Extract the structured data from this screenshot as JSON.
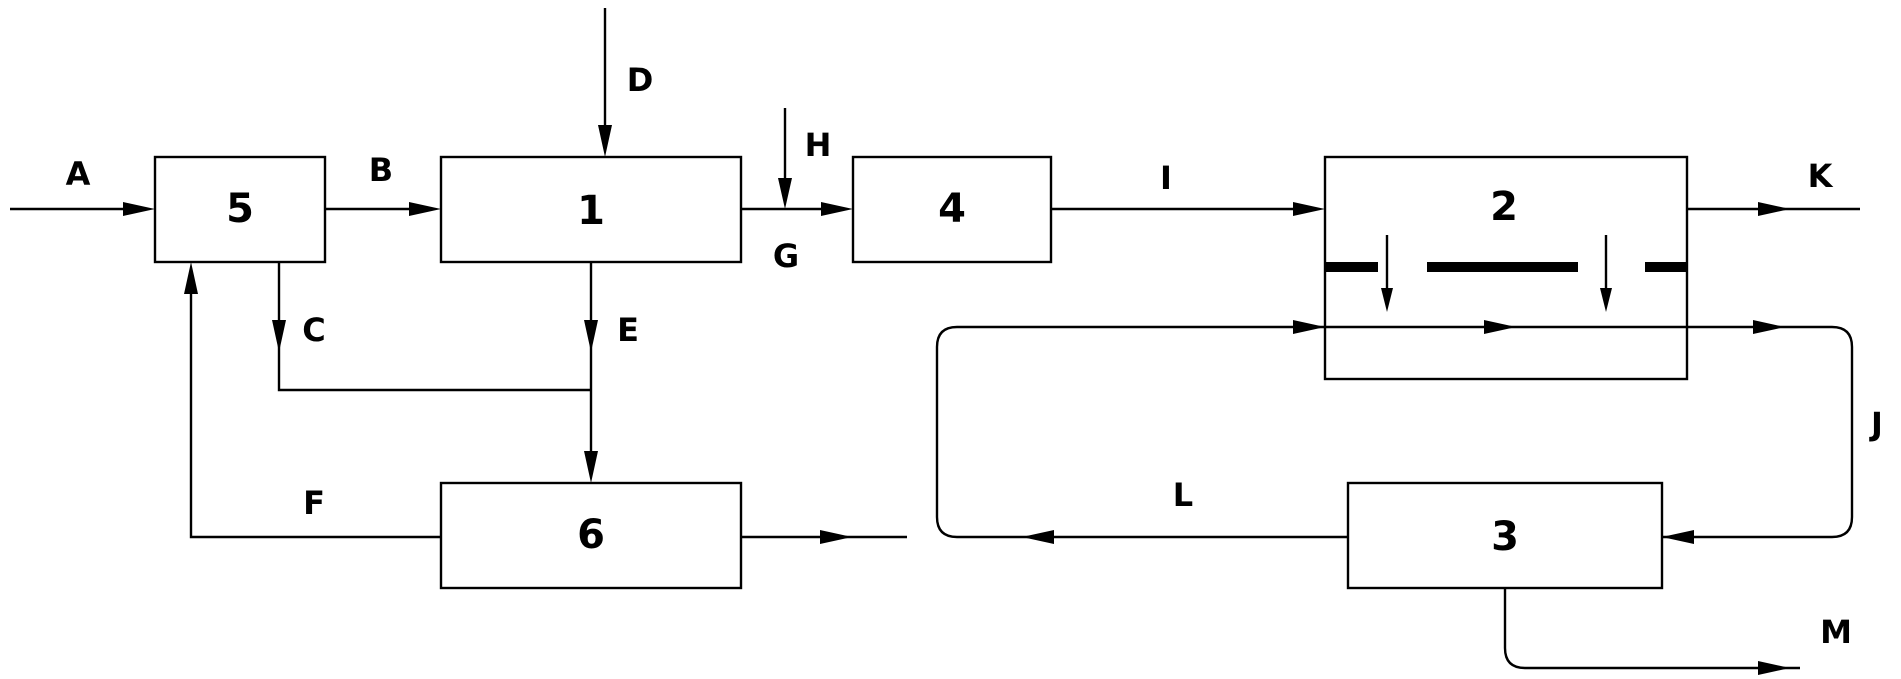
{
  "nodes": {
    "n5": "5",
    "n1": "1",
    "n4": "4",
    "n2": "2",
    "n6": "6",
    "n3": "3"
  },
  "labels": {
    "A": "A",
    "B": "B",
    "C": "C",
    "D": "D",
    "E": "E",
    "F": "F",
    "G": "G",
    "H": "H",
    "I": "I",
    "J": "J",
    "K": "K",
    "L": "L",
    "M": "M"
  }
}
